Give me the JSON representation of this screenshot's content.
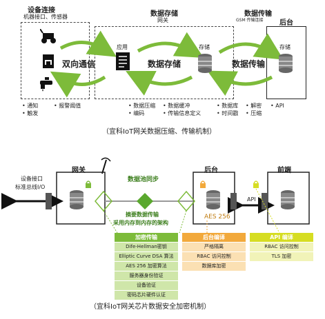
{
  "top": {
    "col_device": {
      "title": "设备连接",
      "subtitle": "机器接口、传感器"
    },
    "col_storage": {
      "title": "数据存储",
      "subtitle": "网关"
    },
    "col_transfer": {
      "title": "数据传输",
      "subtitle": "GSM  传输连接"
    },
    "col_backend": {
      "title": "后台"
    },
    "box_app": "应用",
    "box_storage": "存储",
    "box_storage2": "存储",
    "arrow_comm": "双向通信",
    "arrow_store": "数据存储",
    "arrow_trans": "数据传输",
    "bullets_device": [
      "• 通知",
      "• 触发"
    ],
    "bullets_alarm": [
      "• 报警阈值"
    ],
    "bullets_compress": [
      "• 数据压缩",
      "• 编码"
    ],
    "bullets_buffer": [
      "• 数据缓冲",
      "• 传输信息定义"
    ],
    "bullets_db": [
      "• 数据库",
      "• 时间戳"
    ],
    "bullets_decrypt": [
      "• 解密",
      "• 压缩"
    ],
    "bullets_api": [
      "• API"
    ],
    "caption": "（宜科IoT网关数据压缩、传输机制）"
  },
  "bottom": {
    "label_device_interface": "设备接口",
    "label_standard_io": "标准总线I/O",
    "label_gateway": "网关",
    "label_backend": "后台",
    "label_frontend": "前端",
    "label_sync": "数据池同步",
    "label_digest1": "摘要数据传输",
    "label_digest2": "采用内存到内存的架构",
    "label_aes": "AES 256",
    "label_api": "API",
    "table_encrypt": {
      "header": "加密传输",
      "rows": [
        "Dife-Hellman密钥",
        "Elliptic Curve DSA 算法",
        "AES 256 加密算法",
        "服务器身份验证",
        "设备验证",
        "密码芯片硬件认证"
      ]
    },
    "table_backend": {
      "header": "后台编译",
      "rows": [
        "严格隔离",
        "RBAC 访问控制",
        "数据库加密"
      ]
    },
    "table_api": {
      "header": "API 编译",
      "rows": [
        "RBAC 访问控制",
        "TLS 加密"
      ]
    },
    "caption": "（宜科IoT网关芯片数据安全加密机制）"
  },
  "colors": {
    "green": "#7dbb3a",
    "green_light": "#cfe6a9",
    "orange": "#f2a93b",
    "orange_light": "#fbe0b3",
    "yellow": "#d6dd22",
    "yellow_light": "#f1f3b8"
  }
}
